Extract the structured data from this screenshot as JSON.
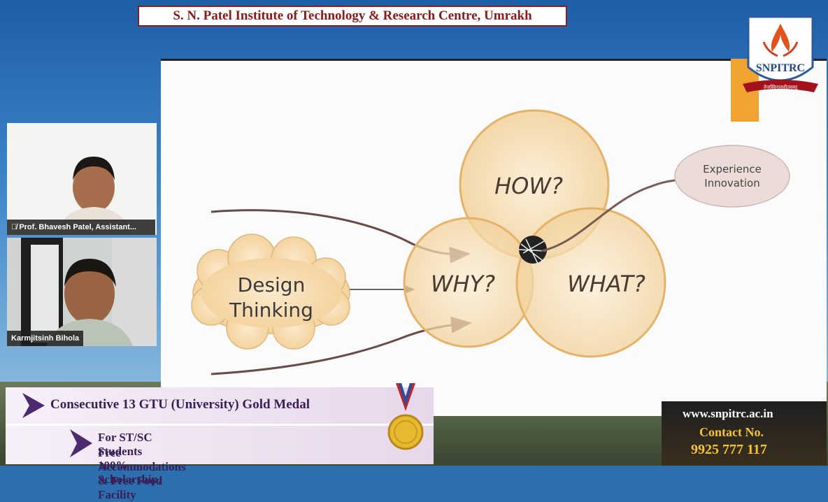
{
  "header": {
    "title": "S. N. Patel Institute of Technology & Research Centre, Umrakh"
  },
  "logo": {
    "text": "SNPITRC",
    "motto": "तेजस्विनावधीतमस्तु"
  },
  "participants": [
    {
      "name": "Prof. Bhavesh Patel, Assistant...",
      "muted": true
    },
    {
      "name": "Karmjitsinh Bihola",
      "muted": false
    }
  ],
  "slide": {
    "cloud_text_line1": "Design",
    "cloud_text_line2": "Thinking",
    "circle_how": "HOW?",
    "circle_why": "WHY?",
    "circle_what": "WHAT?",
    "bubble_line1": "Experience",
    "bubble_line2": "Innovation"
  },
  "banner": {
    "line1": "Consecutive 13 GTU (University) Gold Medal",
    "line2a": "For ST/SC Students 100% Scholarship,",
    "line2b": "Free Accommodations & Free Food Facility"
  },
  "contact": {
    "website": "www.snpitrc.ac.in",
    "label": "Contact No.",
    "phone": "9925 777 117"
  },
  "colors": {
    "brand_red": "#8a1a1a",
    "accent_gold": "#f4c431",
    "circle_fill": "#f6dfb4"
  }
}
